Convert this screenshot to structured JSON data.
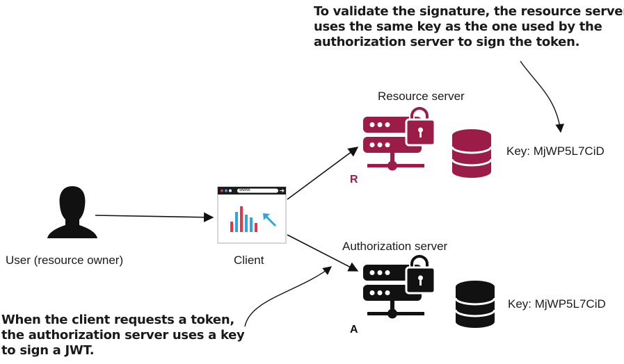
{
  "annotations": {
    "top": [
      "To validate the signature, the resource server",
      "uses the same key as the one used by the",
      "authorization server to sign the token."
    ],
    "bottom": [
      "When the client requests a token,",
      "the authorization server uses a key",
      "to sign a JWT."
    ]
  },
  "nodes": {
    "user": {
      "label": "User (resource owner)"
    },
    "client": {
      "label": "Client",
      "browser_url": "www."
    },
    "resource_server": {
      "label": "Resource server",
      "badge": "R",
      "key_label": "Key: MjWP5L7CiD"
    },
    "authorization_server": {
      "label": "Authorization server",
      "badge": "A",
      "key_label": "Key: MjWP5L7CiD"
    }
  },
  "colors": {
    "resource_accent": "#9b1c47",
    "authorization_accent": "#111111",
    "chart_red": "#e7344a",
    "chart_blue": "#2da7dd",
    "text": "#1a1a1a"
  },
  "icons": {
    "user": "person-icon",
    "client": "browser-chart-icon",
    "server": "locked-server-icon",
    "database": "database-icon"
  }
}
